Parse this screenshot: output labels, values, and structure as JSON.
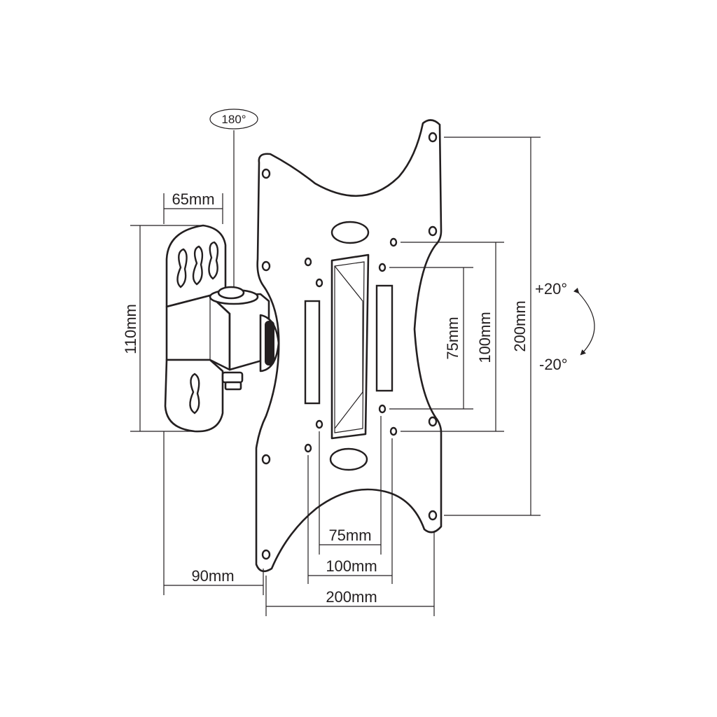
{
  "rotation": {
    "label": "180°"
  },
  "bracket": {
    "width_label": "65mm",
    "height_label": "110mm"
  },
  "plate": {
    "height_200_label": "200mm",
    "height_100_label": "100mm",
    "height_75_label": "75mm",
    "width_75_label": "75mm",
    "width_100_label": "100mm",
    "width_200_label": "200mm"
  },
  "depth": {
    "label": "90mm"
  },
  "tilt": {
    "up_label": "+20°",
    "down_label": "-20°"
  },
  "colors": {
    "line": "#231f20",
    "background": "#ffffff"
  }
}
